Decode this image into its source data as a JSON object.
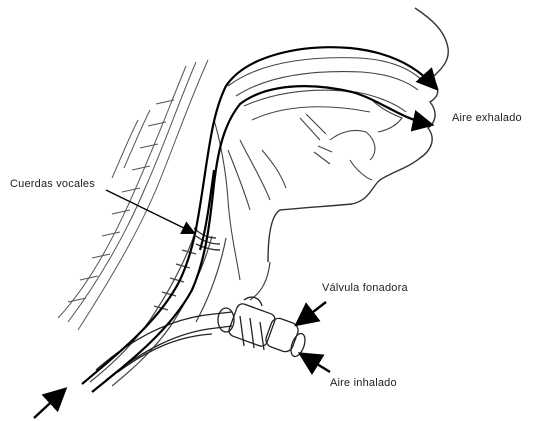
{
  "labels": {
    "exhaled_air": "Aire exhalado",
    "vocal_cords": "Cuerdas vocales",
    "speaking_valve": "Válvula fonadora",
    "inhaled_air": "Aire inhalado"
  },
  "colors": {
    "line": "#333333",
    "airflow": "#000000",
    "background": "#ffffff"
  }
}
